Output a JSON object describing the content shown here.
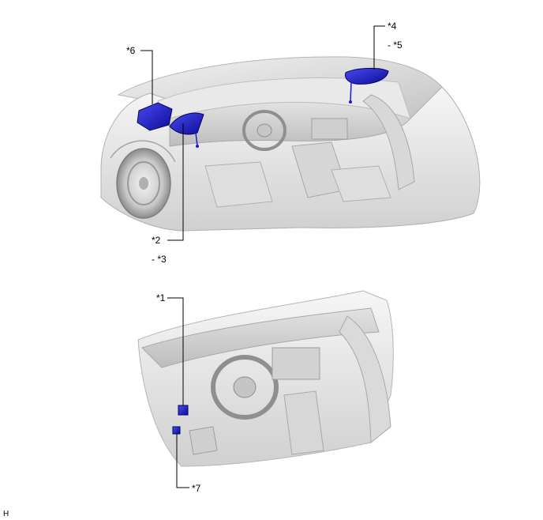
{
  "callouts": {
    "c1": "*1",
    "c2": "*2",
    "c3": "- *3",
    "c4": "*4",
    "c5": "- *5",
    "c6": "*6",
    "c7": "*7"
  },
  "corner_code": "H",
  "colors": {
    "component": "#1a1ad6",
    "component_dark": "#0a0a8a",
    "body_light": "#eeeeee",
    "body_mid": "#cfcfcf",
    "body_dark": "#9a9a9a",
    "leader": "#000000"
  }
}
